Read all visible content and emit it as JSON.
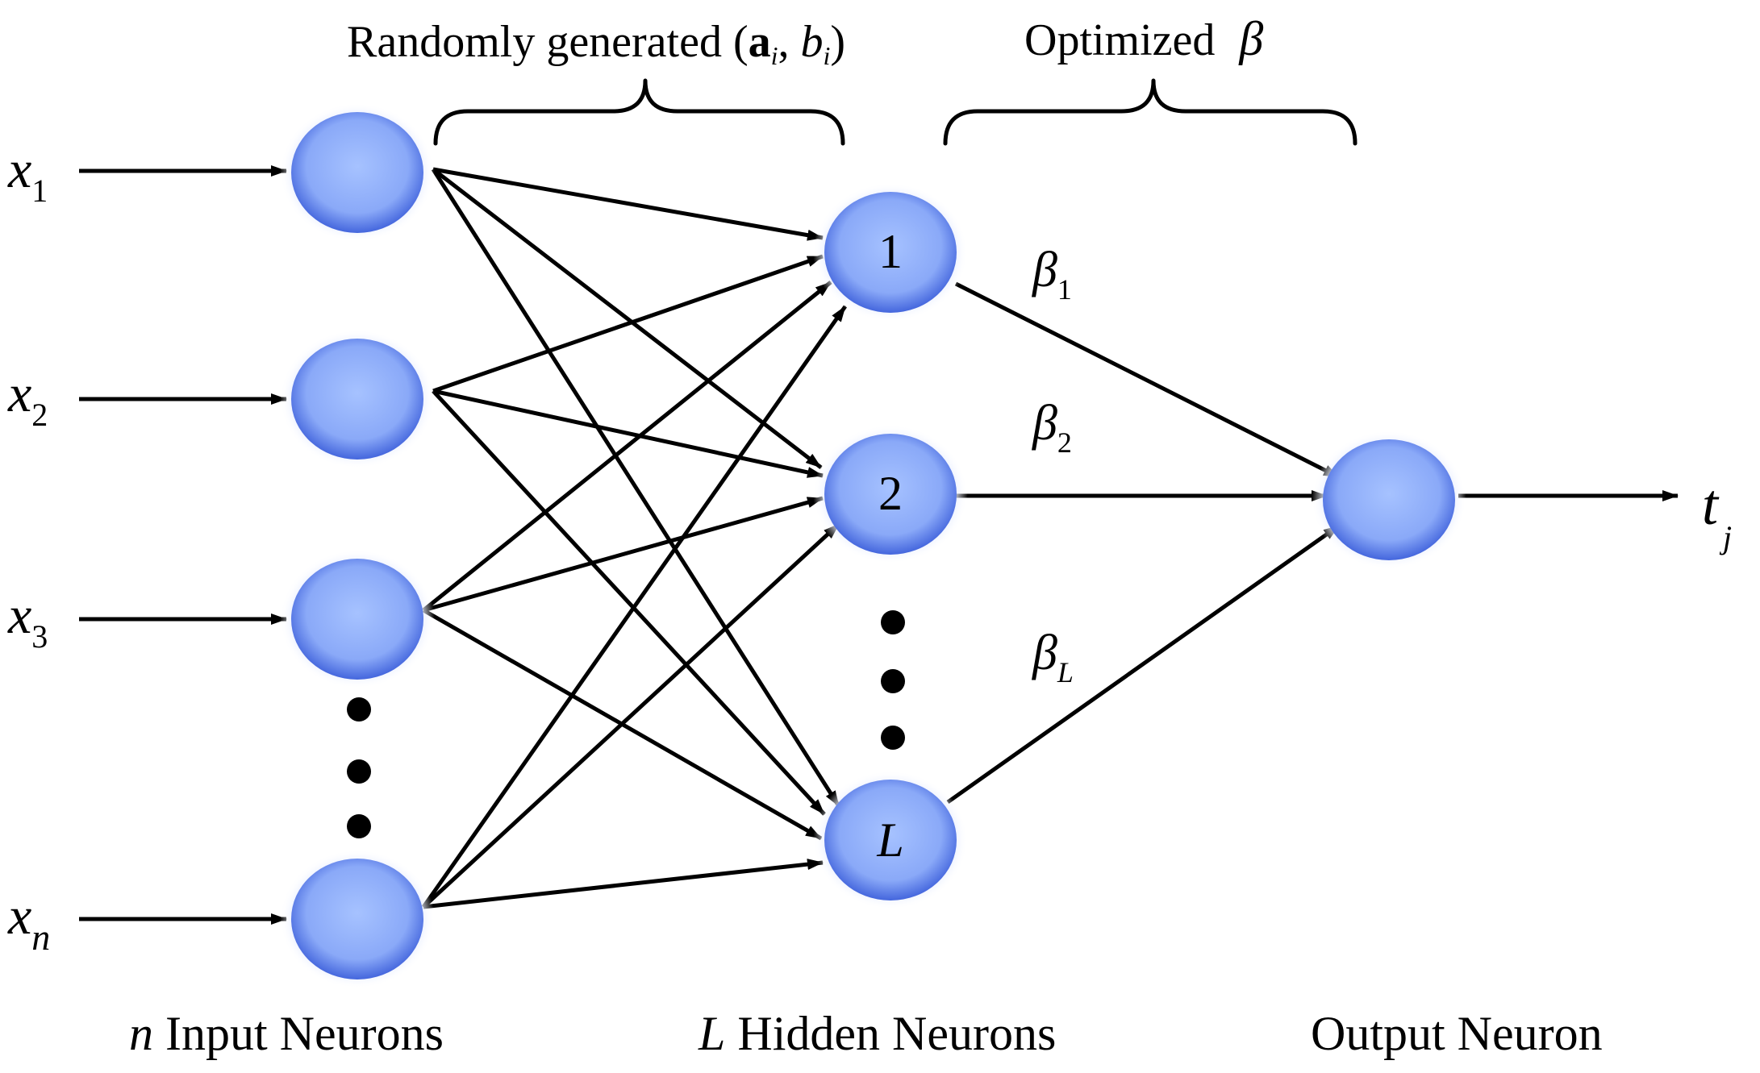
{
  "colors": {
    "node_fill_center": "#9bb8ff",
    "node_fill_edge": "#4a6fe0",
    "node_glow": "#dde6ff",
    "edge": "#000000"
  },
  "top_labels": {
    "random": {
      "prefix": "Randomly generated (",
      "a": "a",
      "a_sub": "i",
      "comma": ", ",
      "b": "b",
      "b_sub": "i",
      "suffix": ")"
    },
    "optimized": {
      "text": "Optimized",
      "symbol": "β"
    }
  },
  "inputs": [
    {
      "var": "x",
      "sub": "1"
    },
    {
      "var": "x",
      "sub": "2"
    },
    {
      "var": "x",
      "sub": "3"
    },
    {
      "var": "x",
      "sub": "n"
    }
  ],
  "hidden": [
    {
      "label": "1",
      "italic": false
    },
    {
      "label": "2",
      "italic": false
    },
    {
      "label": "L",
      "italic": true
    }
  ],
  "output_weights": [
    {
      "var": "β",
      "sub": "1"
    },
    {
      "var": "β",
      "sub": "2"
    },
    {
      "var": "β",
      "sub": "L"
    }
  ],
  "output": {
    "var": "t",
    "sub": "j"
  },
  "bottom_labels": {
    "input": {
      "italic": "n",
      "rest": " Input Neurons"
    },
    "hidden": {
      "italic": "L",
      "rest": " Hidden Neurons"
    },
    "output": {
      "rest": "Output Neuron"
    }
  }
}
